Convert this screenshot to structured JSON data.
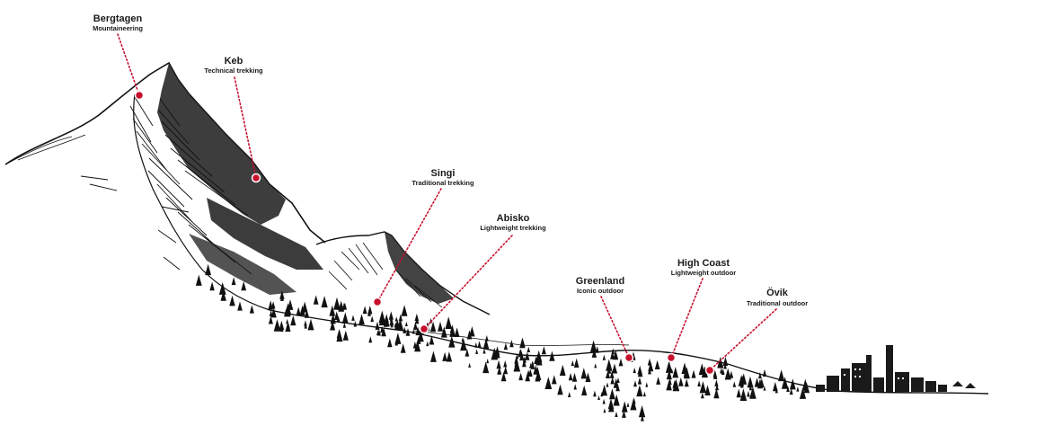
{
  "accent_color": "#c8102e",
  "ink_color": "#111111",
  "locations": [
    {
      "id": "bergtagen",
      "name": "Bergtagen",
      "subtitle": "Mountaineering"
    },
    {
      "id": "keb",
      "name": "Keb",
      "subtitle": "Technical trekking"
    },
    {
      "id": "singi",
      "name": "Singi",
      "subtitle": "Traditional trekking"
    },
    {
      "id": "abisko",
      "name": "Abisko",
      "subtitle": "Lightweight trekking"
    },
    {
      "id": "greenland",
      "name": "Greenland",
      "subtitle": "Iconic outdoor"
    },
    {
      "id": "high-coast",
      "name": "High Coast",
      "subtitle": "Lightweight outdoor"
    },
    {
      "id": "ovik",
      "name": "Övik",
      "subtitle": "Traditional outdoor"
    }
  ]
}
